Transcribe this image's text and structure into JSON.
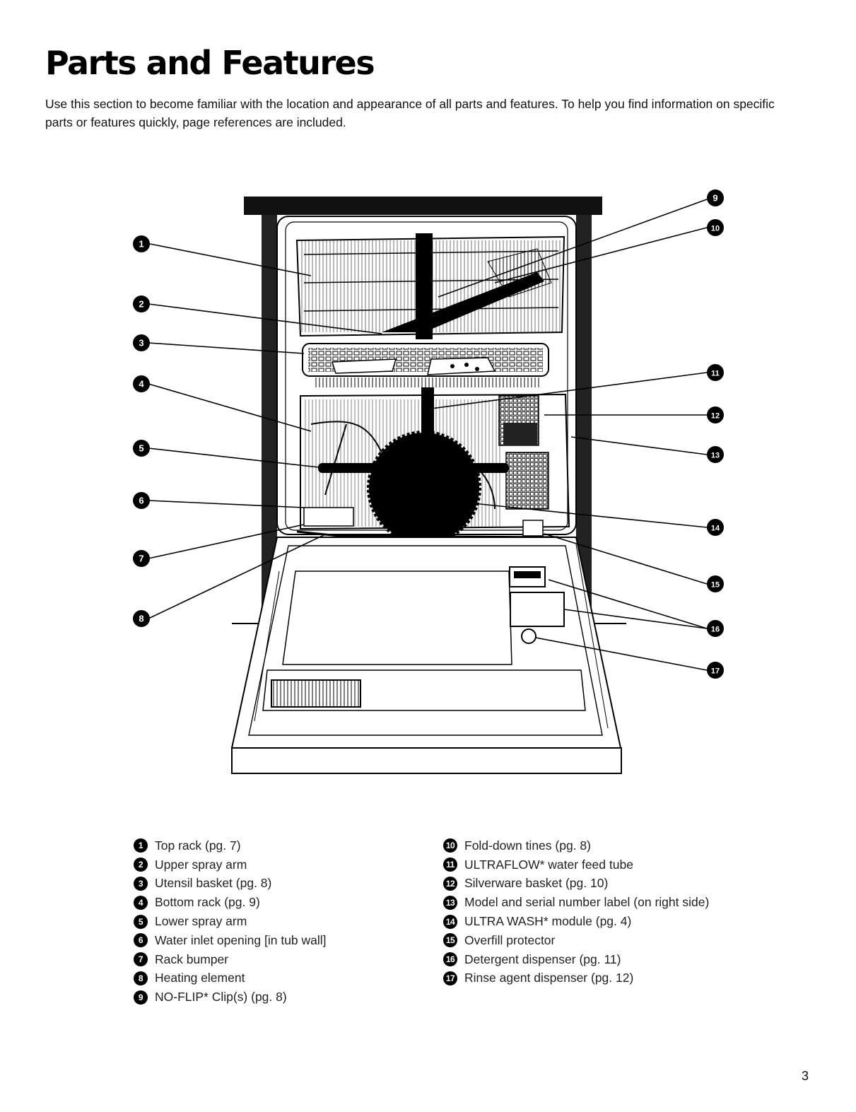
{
  "page": {
    "title": "Parts and Features",
    "intro": "Use this section to become familiar with the location and appearance of all parts and features. To help you find information on specific parts or features quickly, page references are included.",
    "page_number": "3"
  },
  "diagram_callouts": [
    "1",
    "2",
    "3",
    "4",
    "5",
    "6",
    "7",
    "8",
    "9",
    "10",
    "11",
    "12",
    "13",
    "14",
    "15",
    "16",
    "17"
  ],
  "legend": {
    "left": [
      {
        "number": "1",
        "label": "Top rack (pg. 7)"
      },
      {
        "number": "2",
        "label": "Upper spray arm"
      },
      {
        "number": "3",
        "label": "Utensil basket (pg. 8)"
      },
      {
        "number": "4",
        "label": "Bottom rack (pg. 9)"
      },
      {
        "number": "5",
        "label": "Lower spray arm"
      },
      {
        "number": "6",
        "label": "Water inlet opening [in tub wall]"
      },
      {
        "number": "7",
        "label": "Rack bumper"
      },
      {
        "number": "8",
        "label": "Heating element"
      },
      {
        "number": "9",
        "label": "NO-FLIP* Clip(s) (pg. 8)"
      }
    ],
    "right": [
      {
        "number": "10",
        "label": "Fold-down tines (pg. 8)"
      },
      {
        "number": "11",
        "label": "ULTRAFLOW* water feed tube"
      },
      {
        "number": "12",
        "label": "Silverware basket (pg. 10)"
      },
      {
        "number": "13",
        "label": "Model and serial number label (on right side)"
      },
      {
        "number": "14",
        "label": "ULTRA WASH* module (pg. 4)"
      },
      {
        "number": "15",
        "label": "Overfill protector"
      },
      {
        "number": "16",
        "label": "Detergent dispenser (pg. 11)"
      },
      {
        "number": "17",
        "label": "Rinse agent dispenser (pg. 12)"
      }
    ]
  }
}
